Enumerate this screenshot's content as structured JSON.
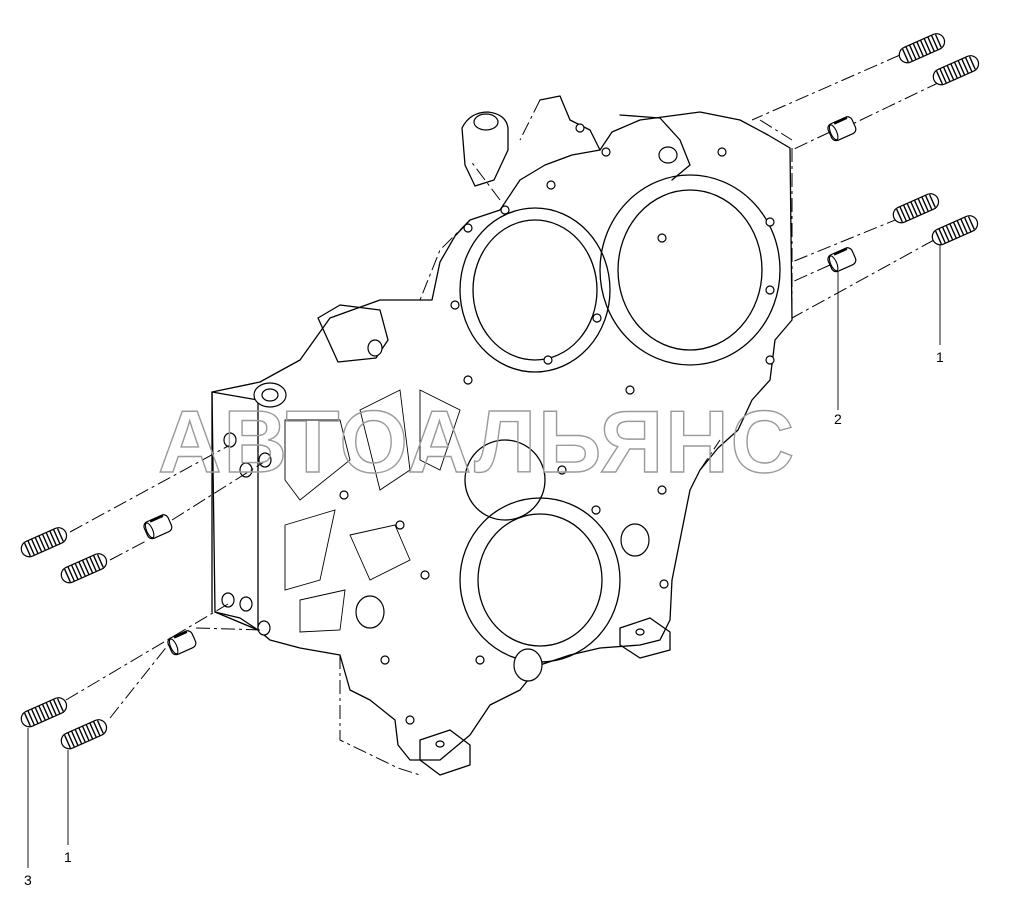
{
  "watermark": "АВТОАЛЬЯНС",
  "callouts": [
    {
      "id": "callout-1-right",
      "label": "1"
    },
    {
      "id": "callout-2-right",
      "label": "2"
    },
    {
      "id": "callout-1-bottom",
      "label": "1"
    },
    {
      "id": "callout-3-bottom",
      "label": "3"
    }
  ]
}
